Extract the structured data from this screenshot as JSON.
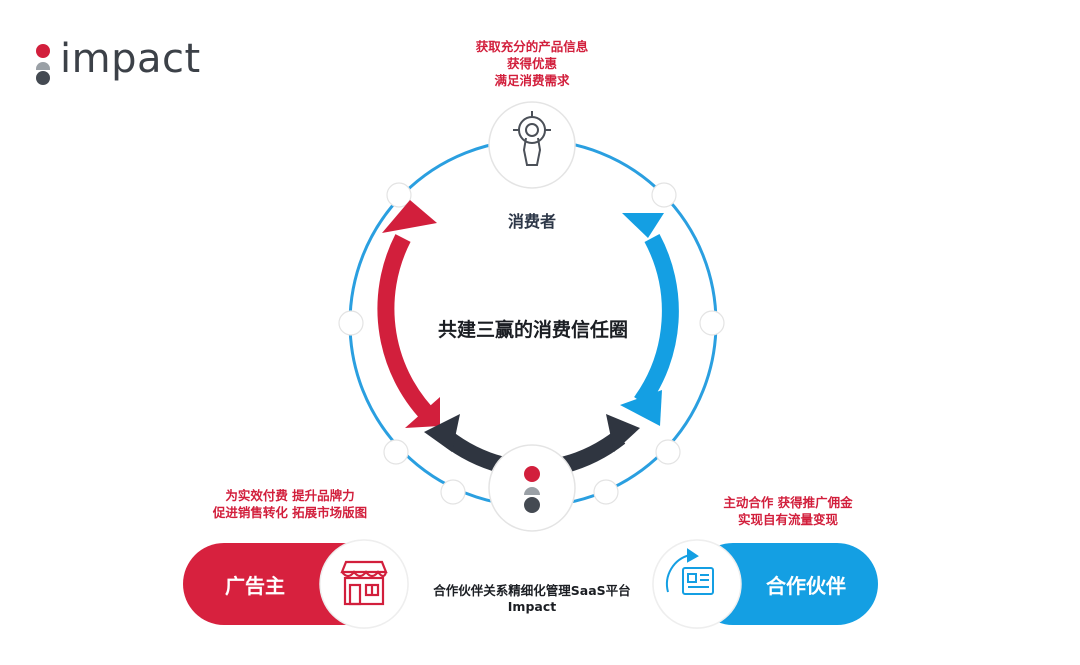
{
  "logo": {
    "word": "impact"
  },
  "colors": {
    "red": "#d21f3c",
    "blue": "#149fe3",
    "dark": "#2f3540",
    "gray": "#9aa0a6",
    "ring": "#2a9fe0"
  },
  "consumer": {
    "notes": [
      "获取充分的产品信息",
      "获得优惠",
      "满足消费需求"
    ],
    "label": "消费者",
    "icon": "target-person-icon"
  },
  "center": {
    "title": "共建三赢的消费信任圈"
  },
  "advertiser": {
    "notes": [
      "为实效付费 提升品牌力",
      "促进销售转化 拓展市场版图"
    ],
    "label": "广告主",
    "icon": "storefront-icon"
  },
  "partner": {
    "notes": [
      "主动合作 获得推广佣金",
      "实现自有流量变现"
    ],
    "label": "合作伙伴",
    "icon": "newspaper-refresh-icon"
  },
  "platform": {
    "line1": "合作伙伴关系精细化管理SaaS平台",
    "line2": "Impact",
    "icon": "impact-logo-icon"
  }
}
